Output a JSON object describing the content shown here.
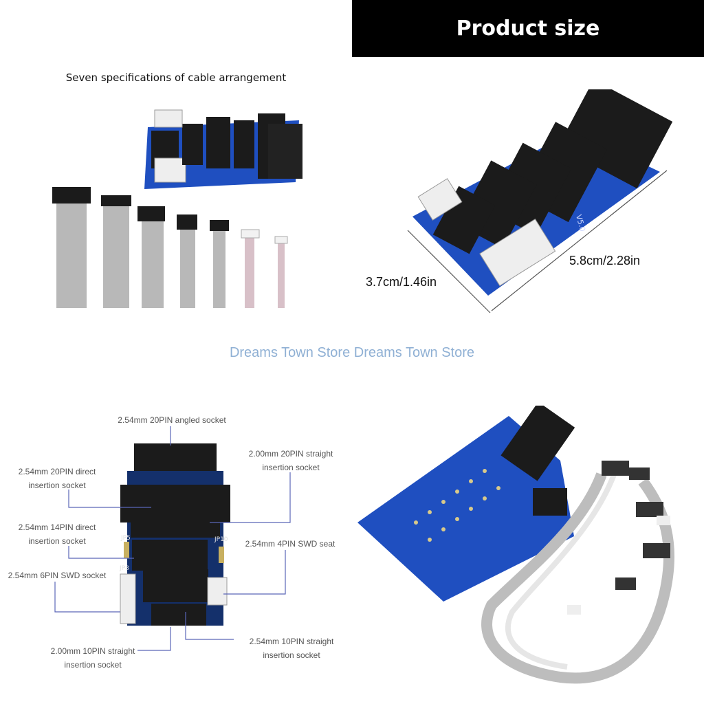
{
  "top_left": {
    "title": "Seven specifications of cable arrangement"
  },
  "top_right": {
    "banner": "Product size",
    "width_dim": "3.7cm/1.46in",
    "length_dim": "5.8cm/2.28in",
    "board_version": "V5.0"
  },
  "watermark": "Dreams Town Store Dreams Town Store",
  "bottom_left": {
    "labels": {
      "angled20": "2.54mm 20PIN angled socket",
      "straight20_l1": "2.00mm 20PIN straight",
      "straight20_l2": "insertion socket",
      "direct20_l1": "2.54mm 20PIN direct",
      "direct20_l2": "insertion socket",
      "direct14_l1": "2.54mm 14PIN direct",
      "direct14_l2": "insertion socket",
      "swd4": "2.54mm 4PIN SWD seat",
      "swd6": "2.54mm 6PIN SWD socket",
      "straight10a_l1": "2.00mm 10PIN straight",
      "straight10a_l2": "insertion socket",
      "straight10b_l1": "2.54mm 10PIN straight",
      "straight10b_l2": "insertion socket"
    },
    "jumpers": [
      "JP5",
      "JP10",
      "JP8"
    ]
  },
  "colors": {
    "pcb": "#1f4fc0",
    "connector": "#1b1b1b",
    "cable": "#b8b8b8",
    "leader": "#5a66b8"
  }
}
